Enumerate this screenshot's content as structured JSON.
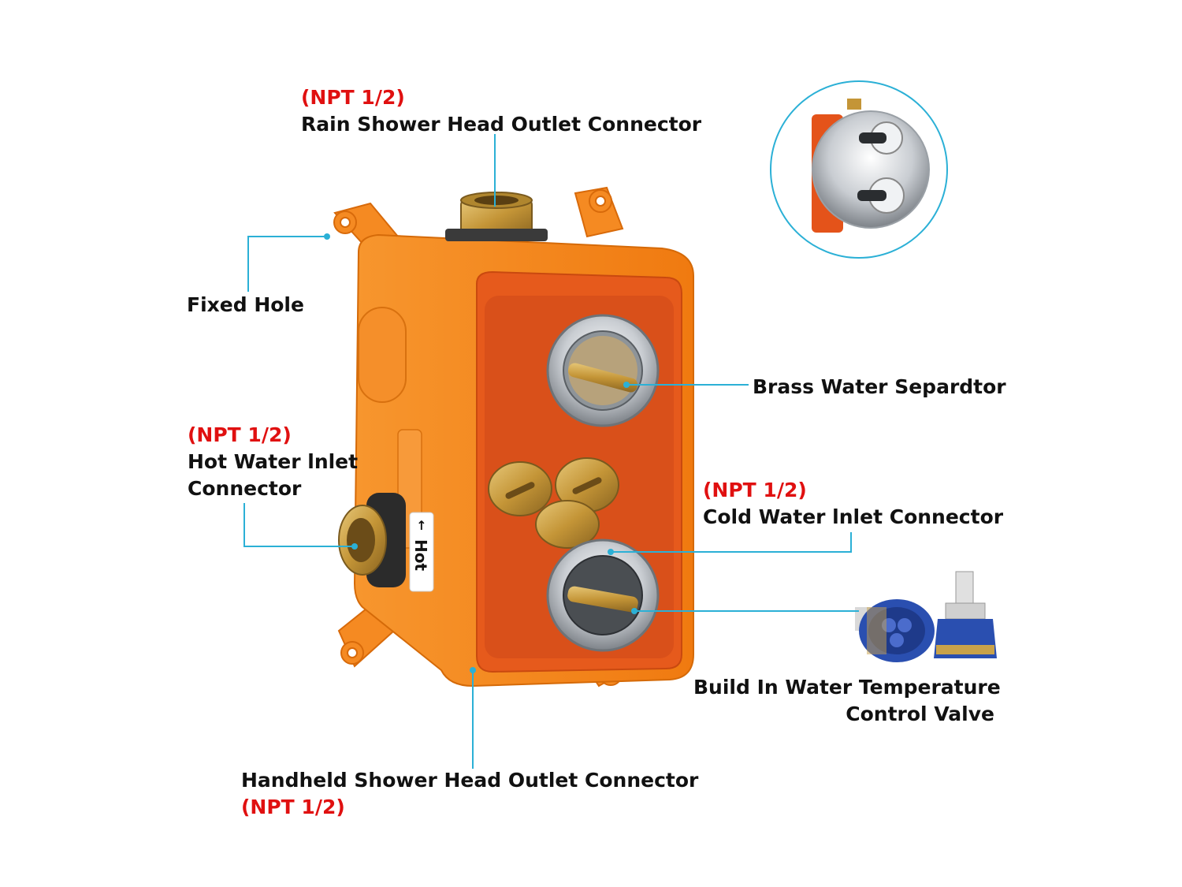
{
  "labels": {
    "rain_outlet": {
      "npt": "(NPT 1/2)",
      "name": "Rain Shower Head Outlet Connector"
    },
    "fixed_hole": {
      "name": "Fixed Hole"
    },
    "brass_separator": {
      "name": "Brass Water Separdtor"
    },
    "hot_inlet": {
      "npt": "(NPT 1/2)",
      "line1": "Hot Water lnlet",
      "line2": "Connector"
    },
    "cold_inlet": {
      "npt": "(NPT 1/2)",
      "name": "Cold Water lnlet Connector"
    },
    "temp_valve": {
      "line1": "Build In Water Temperature",
      "line2": "Control Valve"
    },
    "handheld_outlet": {
      "name": "Handheld Shower Head Outlet Connector",
      "npt": "(NPT 1/2)"
    }
  },
  "box_markings": {
    "hot_tag": "Hot",
    "arrow": "↑"
  },
  "colors": {
    "npt_red": "#e01010",
    "leader_line": "#2bb0d6",
    "box_orange": "#f57e16",
    "box_inner": "#e4531a",
    "brass": "#c9a24a",
    "chrome": "#c8ccd0",
    "cartridge_blue": "#2a4fb0"
  }
}
